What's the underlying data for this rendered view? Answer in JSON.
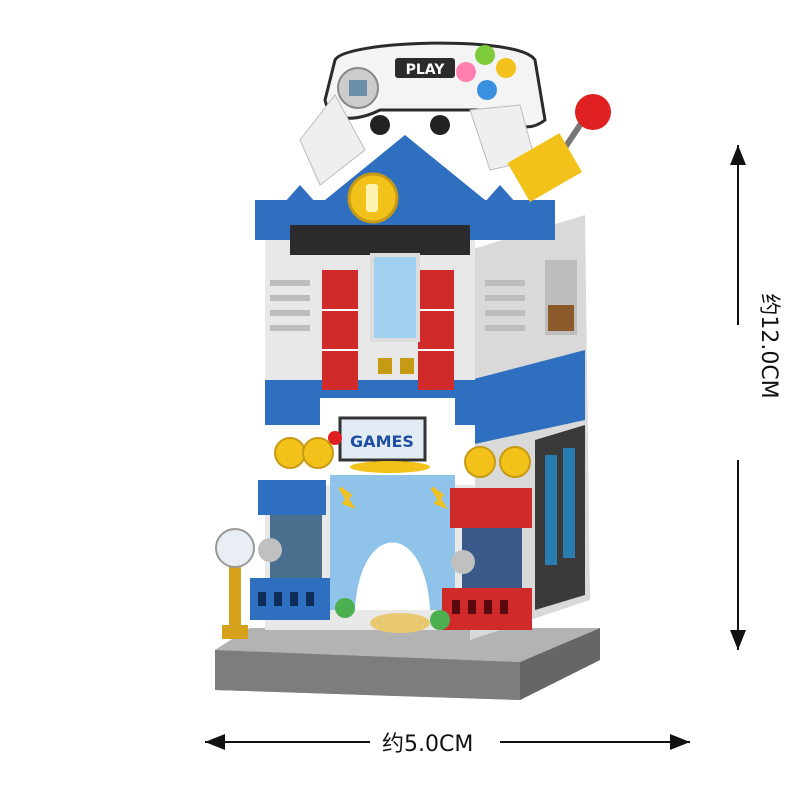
{
  "product": {
    "controller_label": "PLAY",
    "sign_label": "GAMES"
  },
  "dimensions": {
    "width_label": "约5.0CM",
    "height_label": "约12.0CM"
  },
  "colors": {
    "blue": "#2f6fc0",
    "light_blue": "#8fc3ea",
    "red": "#d12a2a",
    "gold": "#f2c21b",
    "white": "#f2f2f2",
    "gray": "#8a8a8a",
    "dark": "#2b2b2b"
  }
}
